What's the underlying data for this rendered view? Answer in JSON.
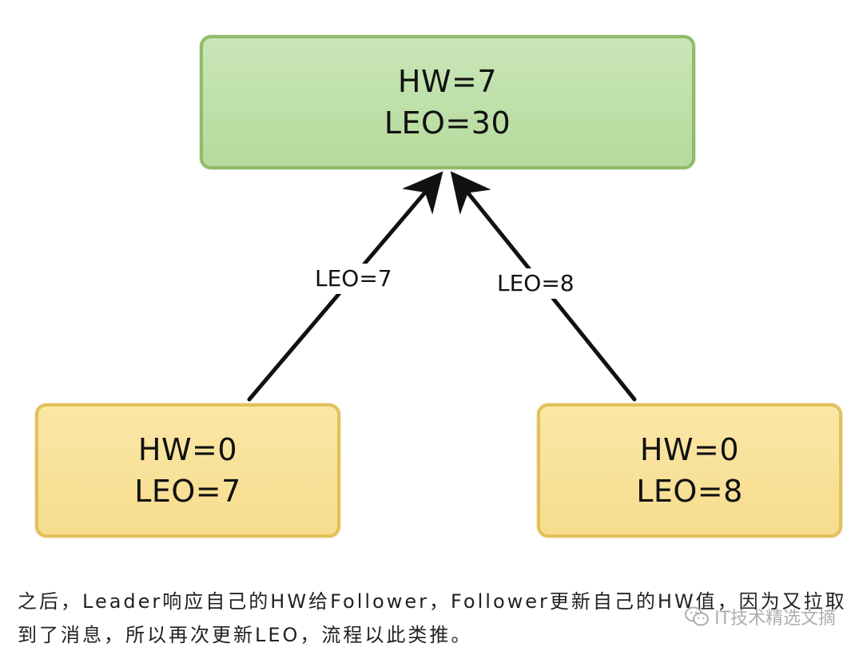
{
  "diagram": {
    "leader": {
      "hw": "HW=7",
      "leo": "LEO=30"
    },
    "followers": [
      {
        "hw": "HW=0",
        "leo": "LEO=7"
      },
      {
        "hw": "HW=0",
        "leo": "LEO=8"
      }
    ],
    "edges": [
      {
        "label": "LEO=7"
      },
      {
        "label": "LEO=8"
      }
    ]
  },
  "caption": {
    "text": "之后，Leader响应自己的HW给Follower，Follower更新自己的HW值，因为又拉取到了消息，所以再次更新LEO，流程以此类推。"
  },
  "watermark": {
    "text": "IT技术精选文摘",
    "icon": "wechat-icon"
  },
  "colors": {
    "leader_fill": "#b5da9d",
    "leader_border": "#8fbc6a",
    "follower_fill": "#f6dc8d",
    "follower_border": "#e2c15a"
  }
}
